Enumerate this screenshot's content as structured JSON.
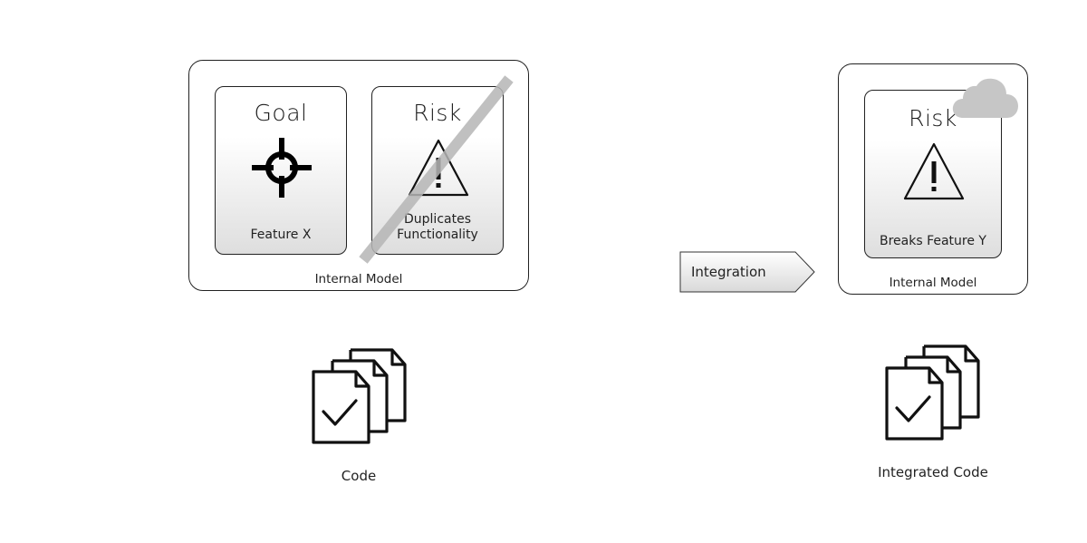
{
  "left_model": {
    "label": "Internal Model",
    "goal_card": {
      "title": "Goal",
      "caption": "Feature X",
      "icon": "crosshair-icon"
    },
    "risk_card": {
      "title": "Risk",
      "caption": "Duplicates Functionality",
      "caption_line1": "Duplicates",
      "caption_line2": "Functionality",
      "icon": "warning-triangle-icon",
      "struck_out": true
    }
  },
  "left_code": {
    "label": "Code",
    "icon": "checked-documents-icon"
  },
  "arrow": {
    "label": "Integration"
  },
  "right_model": {
    "label": "Internal Model",
    "risk_card": {
      "title": "Risk",
      "caption": "Breaks Feature Y",
      "icon": "warning-triangle-icon"
    },
    "badge_icon": "cloud-icon"
  },
  "right_code": {
    "label": "Integrated Code",
    "icon": "checked-documents-icon"
  }
}
